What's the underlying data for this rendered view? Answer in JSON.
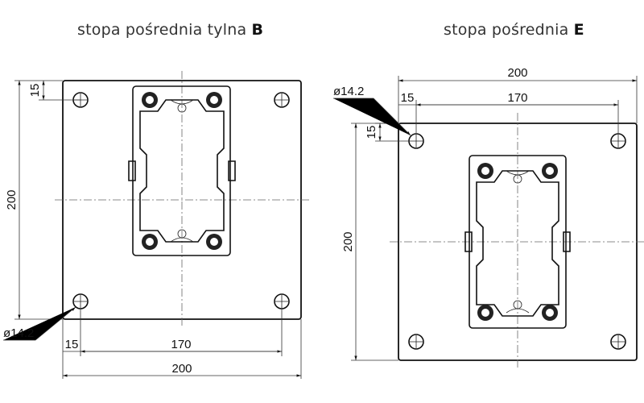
{
  "titles": {
    "left_prefix": "stopa pośrednia tylna ",
    "left_letter": "B",
    "right_prefix": "stopa pośrednia ",
    "right_letter": "E"
  },
  "left_drawing": {
    "dim_width": "200",
    "dim_hole_spacing": "170",
    "dim_offset_bottom": "15",
    "dim_offset_side": "15",
    "dim_height": "200",
    "dim_hole_diameter": "ø14.2"
  },
  "right_drawing": {
    "dim_width": "200",
    "dim_hole_spacing": "170",
    "dim_offset_top": "15",
    "dim_offset_side": "15",
    "dim_height": "200",
    "dim_hole_diameter": "ø14.2"
  }
}
